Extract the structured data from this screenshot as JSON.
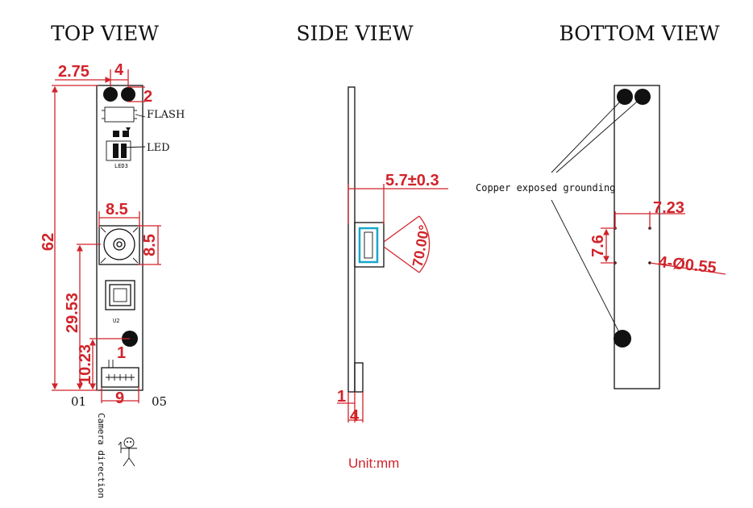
{
  "views": {
    "top": "TOP VIEW",
    "side": "SIDE VIEW",
    "bottom": "BOTTOM VIEW"
  },
  "top_view": {
    "dim_2_75": "2.75",
    "dim_4": "4",
    "dim_2": "2",
    "dim_62": "62",
    "dim_8_5_top": "8.5",
    "dim_8_5_side": "8.5",
    "dim_29_53": "29.53",
    "dim_10_23": "10.23",
    "dim_1": "1",
    "dim_9": "9",
    "label_flash": "FLASH",
    "label_led": "LED",
    "pin_01": "01",
    "pin_05": "05",
    "camera_direction": "Camera direction"
  },
  "side_view": {
    "dim_5_7": "5.7±0.3",
    "dim_angle": "70.00°",
    "dim_1": "1",
    "dim_4": "4"
  },
  "bottom_view": {
    "label_copper": "Copper exposed grounding",
    "dim_7_23": "7.23",
    "dim_7_6": "7.6",
    "dim_holes": "4-Ø0.55"
  },
  "unit": "Unit:mm"
}
